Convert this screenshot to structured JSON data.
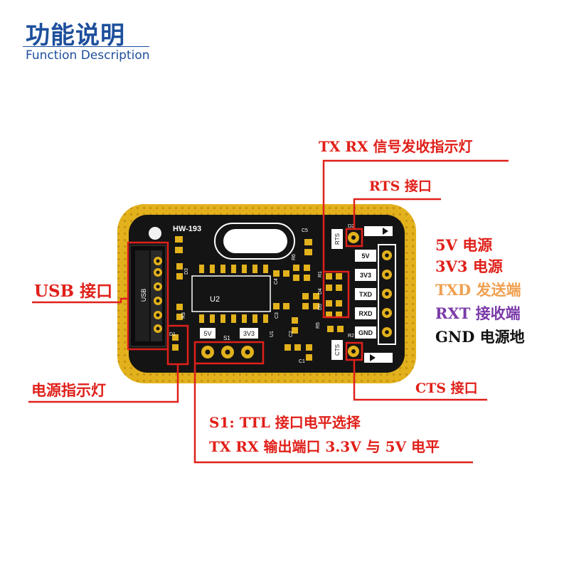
{
  "header": {
    "title": "功能说明",
    "subtitle": "Function Description"
  },
  "board": {
    "model": "HW-193",
    "silkscreen": {
      "u2": "U2",
      "u1": "U1",
      "c5": "C5",
      "c4": "C4",
      "c3": "C3",
      "c2": "C2",
      "c1": "C1",
      "r1": "R1",
      "r2": "R2",
      "r3": "R3",
      "r5": "R5",
      "r6": "R6",
      "d1": "D1",
      "d2": "D2",
      "d3": "D3",
      "d4": "D4",
      "d5": "D5",
      "usb": "USB",
      "s1": "S1",
      "p5v": "5V",
      "p3v3": "3V3",
      "rts": "RTS",
      "cts": "CTS",
      "pins": [
        "5V",
        "3V3",
        "TXD",
        "RXD",
        "GND"
      ]
    }
  },
  "callouts": {
    "led_tx_rx": "TX RX 信号发收指示灯",
    "rts": "RTS 接口",
    "usb": "USB 接口",
    "power_5v": "5V 电源",
    "power_3v3": "3V3 电源",
    "txd": "TXD 发送端",
    "rxt": "RXT 接收端",
    "gnd": "GND 电源地",
    "power_led": "电源指示灯",
    "cts": "CTS 接口",
    "s1_line1": "S1: TTL 接口电平选择",
    "s1_line2": "TX RX 输出端口 3.3V 与 5V 电平"
  },
  "colors": {
    "title": "#1d4f9c",
    "callout_red": "#e0201a",
    "txd_orange": "#f0a050",
    "rxt_purple": "#7a3aa8",
    "gnd_black": "#111111",
    "pcb_black": "#141414",
    "pcb_gold": "#e2b11c"
  }
}
